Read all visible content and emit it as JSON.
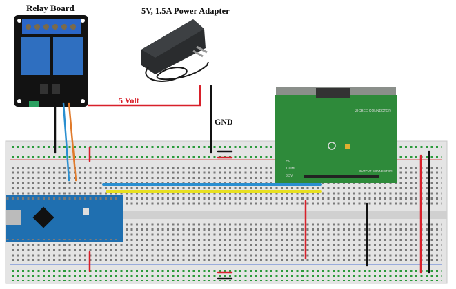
{
  "labels": {
    "relay_board": "Relay Board",
    "power_adapter": "5V, 1.5A Power Adapter",
    "five_volt": "5 Volt",
    "gnd": "GND"
  },
  "xbee_shield": {
    "connector_label": "ZIGBEE CONNECTOR",
    "output_label": "OUTPUT CONNECTOR",
    "pins_bottom": [
      "3.3V",
      "5V",
      "COM"
    ]
  },
  "colors": {
    "breadboard": "#e6e6e6",
    "relay_pcb": "#111111",
    "relay_blue": "#2f6fc0",
    "arduino": "#1f6fb0",
    "xbee_pcb": "#2e8a3a",
    "wire_red": "#d8202a",
    "wire_black": "#111111",
    "wire_blue": "#2a8fd0",
    "wire_orange": "#e07a2a",
    "wire_yellow": "#e8e020",
    "label_red": "#d8202a"
  }
}
